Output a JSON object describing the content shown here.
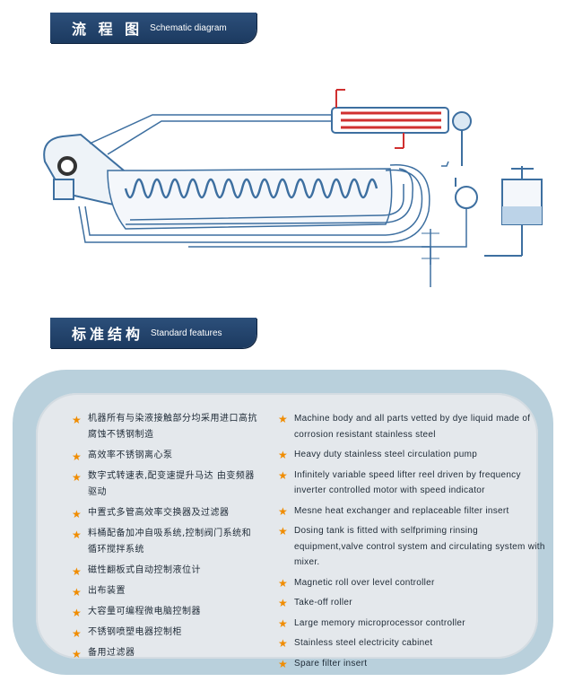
{
  "sections": {
    "diagram": {
      "title_cn": "流 程 图",
      "title_en": "Schematic diagram"
    },
    "features": {
      "title_cn": "标准结构",
      "title_en": "Standard features"
    }
  },
  "colors": {
    "banner": "#1c3a60",
    "pipe": "#3d6fa0",
    "coil": "#3d6fa0",
    "heater_red": "#d03030",
    "star": "#f08c00",
    "panel_outer": "#b9d0dc",
    "panel_inner": "#e4e8ec"
  },
  "features_cn": [
    "机器所有与染液接触部分均采用进口高抗腐蚀不锈钢制造",
    "高效率不锈钢离心泵",
    "数字式转速表,配变速提升马达 由变频器驱动",
    "中置式多管高效率交换器及过滤器",
    "料桶配备加冲自吸系统,控制阀门系统和循环搅拌系统",
    "磁性翻板式自动控制液位计",
    "出布装置",
    "大容量可编程微电脑控制器",
    "不锈钢喷塑电器控制柜",
    "备用过滤器"
  ],
  "features_en": [
    "Machine body and all parts vetted by dye liquid made of corrosion resistant stainless steel",
    "Heavy duty stainless steel circulation pump",
    "Infinitely variable speed lifter reel driven by frequency inverter controlled motor with speed indicator",
    "Mesne heat exchanger and replaceable filter insert",
    "Dosing tank is fitted with selfpriming rinsing equipment,valve control system and circulating system with mixer.",
    "Magnetic roll over level controller",
    "Take-off roller",
    "Large memory microprocessor controller",
    "Stainless steel electricity cabinet",
    "Spare filter insert"
  ],
  "icons": {
    "bullet": "star-icon"
  }
}
